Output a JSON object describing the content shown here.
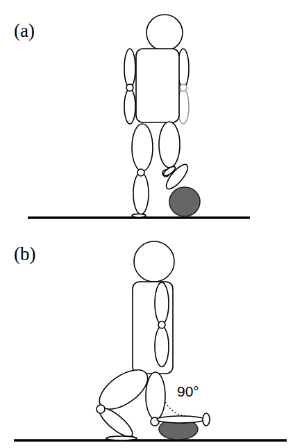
{
  "diagram": {
    "labels": [
      "(a)",
      "(b)",
      "90°"
    ]
  }
}
